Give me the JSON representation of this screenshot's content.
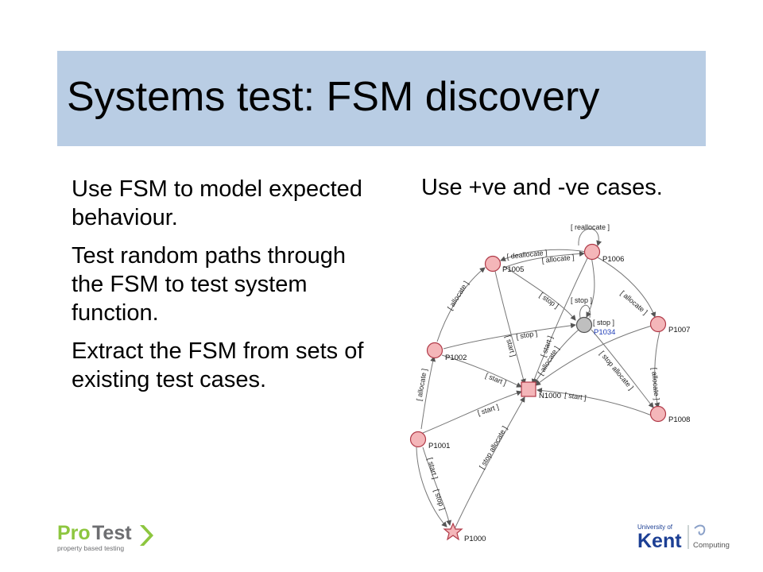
{
  "slide": {
    "title": "Systems test: FSM discovery",
    "bullets": [
      "Use FSM to model expected behaviour.",
      "Test random paths through the FSM to test system function.",
      "Extract the FSM from sets of existing test cases."
    ],
    "right_heading": "Use +ve and -ve cases."
  },
  "diagram": {
    "nodes": {
      "p1005": "P1005",
      "p1006": "P1006",
      "p1002": "P1002",
      "p1034": "P1034",
      "p1007": "P1007",
      "n1000": "N1000",
      "p1008": "P1008",
      "p1001": "P1001",
      "p1000": "P1000"
    },
    "edges": {
      "reallocate": "[ reallocate ]",
      "deallocate": "[ deallocate ]",
      "allocate_top": "[ allocate ]",
      "allocate_left1": "[ allocate ]",
      "stop_center": "[ stop ]",
      "stop_loop": "[ stop ]",
      "stop_1034": "[ stop ]",
      "allocate_1007": "[ allocate ]",
      "stop_mid": "[ stop ]",
      "start_1005": "[ start ]",
      "start_1006": "[ start ]",
      "allocate_1034": "[ allocate ]",
      "stop_allocate_1007": "[ stop allocate ]",
      "allocate_1008": "[ allocate ]",
      "start_1002": "[ start ]",
      "start_n": "[ start ]",
      "allocate_1001": "[ allocate ]",
      "start_1001": "[ start ]",
      "start_1008": "[ start ]",
      "stop_allocate_1000": "[ stop allocate ]",
      "start_1000": "[ start ]",
      "stop_1000": "[ stop ]"
    }
  },
  "logos": {
    "protest_pro": "Pro",
    "protest_test": "Test",
    "protest_tagline": "property based testing",
    "kent_univ": "University of",
    "kent_name": "Kent",
    "kent_dept": "Computing"
  },
  "colors": {
    "title_bar": "#b9cde4",
    "node_fill": "#f4b6b9",
    "node_stroke": "#b03a48",
    "current_node": "#bfbfbf",
    "protest_green": "#8dc63f",
    "kent_blue": "#1c3f94"
  }
}
